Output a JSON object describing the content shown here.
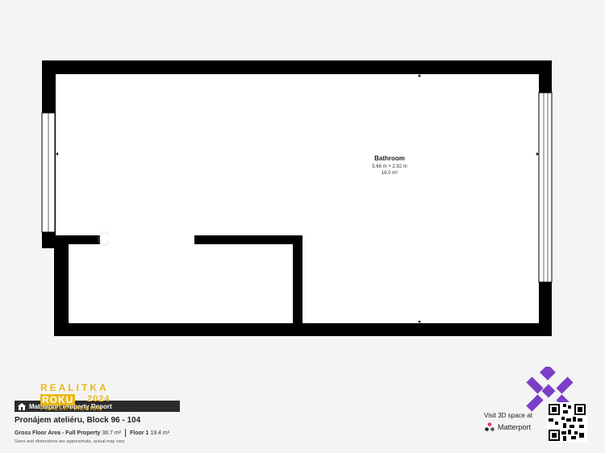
{
  "room": {
    "name": "Bathroom",
    "dimensions": "5.66 m × 2.92 m",
    "area": "16.0 m²"
  },
  "badge": {
    "line1": "REALITKA",
    "line2": "ROKU",
    "line3": "2024",
    "line4": "PRAŽSKÝ REGION"
  },
  "footer": {
    "report_title": "Matterport Property Report",
    "property_name": "Pronájem ateliéru, Block 96 - 104",
    "gross_label": "Gross Floor Area - Full Property",
    "gross_value": "38.7 m²",
    "floor_label": "Floor 1",
    "floor_value": "19.4 m²",
    "disclaimer": "Sizes and dimensions are approximate, actual may vary"
  },
  "visit": {
    "text": "Visit 3D space at",
    "brand": "Matterport"
  },
  "colors": {
    "wall": "#000000",
    "floor": "#ffffff",
    "background": "#f4f4f4",
    "badge": "#e8b818",
    "x_logo": "#7a3fc6"
  }
}
